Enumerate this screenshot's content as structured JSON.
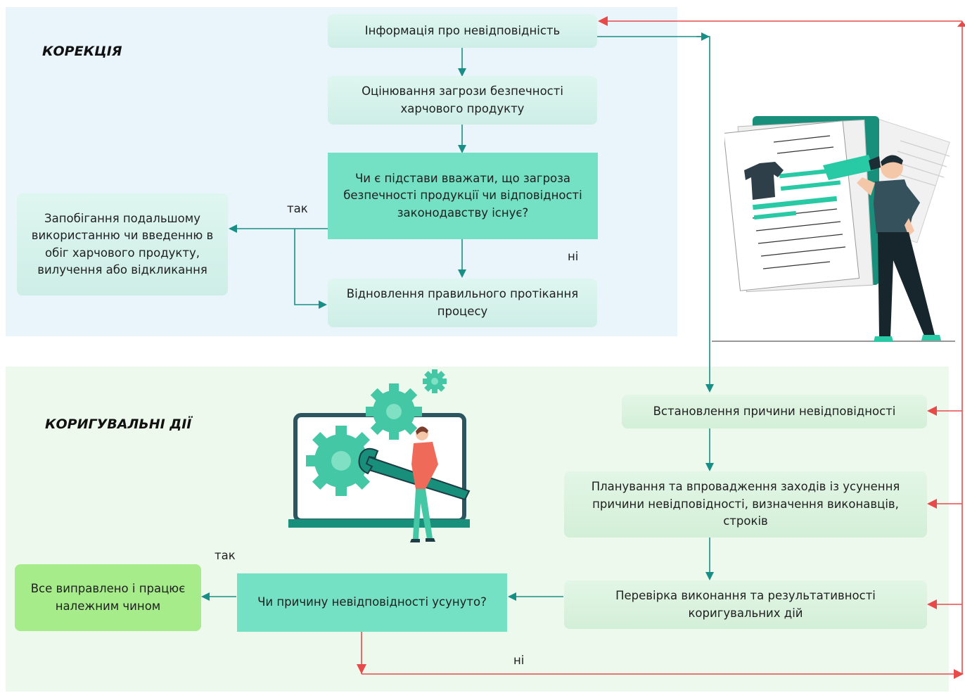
{
  "correction": {
    "title": "КОРЕКЦІЯ",
    "info_box": "Інформація про невідповідність",
    "assess_box": "Оцінювання загрози безпечності харчового продукту",
    "decision_box": "Чи є підстави вважати, що загроза безпечності продукції чи відповідності законодавству існує?",
    "prevent_box": "Запобігання подальшому використанню чи введенню в обіг харчового продукту,  вилучення або відкликання",
    "restore_box": "Відновлення правильного протікання процесу",
    "yes_label": "так",
    "no_label": "ні"
  },
  "corrective_actions": {
    "title": "КОРИГУВАЛЬНІ ДІЇ",
    "cause_box": "Встановлення причини невідповідності",
    "plan_box": "Планування та впровадження заходів із усунення причини невідповідності, визначення виконавців, строків",
    "check_box": "Перевірка виконання та результативності коригувальних дій",
    "decision_box": "Чи причину невідповідності усунуто?",
    "done_box": "Все виправлено і працює належним чином",
    "yes_label": "так",
    "no_label": "ні"
  },
  "colors": {
    "top_panel": "#e9f4fb",
    "bottom_panel": "#edf9ec",
    "arrow_teal": "#178f86",
    "arrow_red": "#e84a4a",
    "decision_fill": "#74e0c4",
    "done_fill": "#a6ec8b"
  },
  "icons": [
    "documents-person-illustration",
    "laptop-gears-wrench-illustration"
  ]
}
